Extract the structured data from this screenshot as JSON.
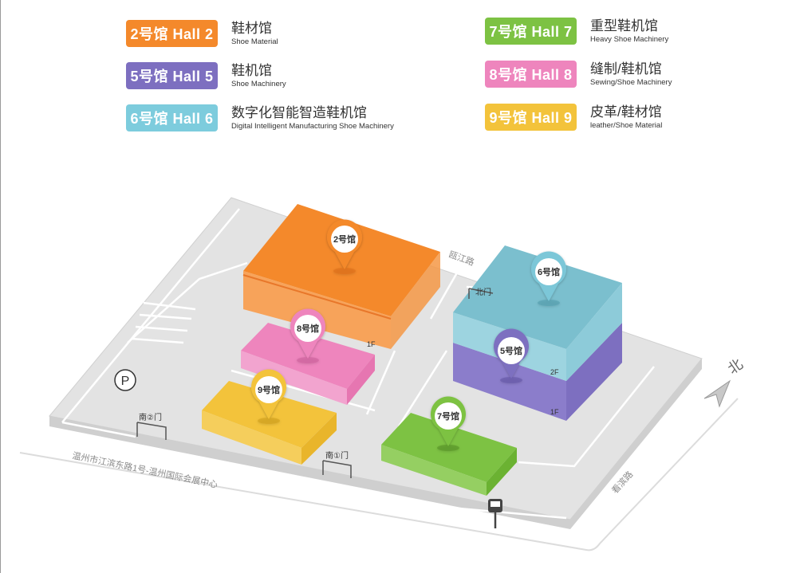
{
  "legend": {
    "hall2": {
      "badge": "2号馆 Hall 2",
      "cn": "鞋材馆",
      "en": "Shoe Material",
      "color": "#F4892B"
    },
    "hall5": {
      "badge": "5号馆 Hall 5",
      "cn": "鞋机馆",
      "en": "Shoe Machinery",
      "color": "#7D6FC0"
    },
    "hall6": {
      "badge": "6号馆 Hall 6",
      "cn": "数字化智能智造鞋机馆",
      "en": "Digital Intelligent Manufacturing Shoe Machinery",
      "color": "#7DCCDD"
    },
    "hall7": {
      "badge": "7号馆 Hall 7",
      "cn": "重型鞋机馆",
      "en": "Heavy Shoe Machinery",
      "color": "#7DC243"
    },
    "hall8": {
      "badge": "8号馆 Hall 8",
      "cn": "缝制/鞋机馆",
      "en": "Sewing/Shoe Machinery",
      "color": "#EE85BD"
    },
    "hall9": {
      "badge": "9号馆 Hall 9",
      "cn": "皮革/鞋材馆",
      "en": "leather/Shoe Material",
      "color": "#F3C33B"
    }
  },
  "map": {
    "pins": {
      "hall2": "2号馆",
      "hall5": "5号馆",
      "hall6": "6号馆",
      "hall7": "7号馆",
      "hall8": "8号馆",
      "hall9": "9号馆"
    },
    "floors": {
      "f1a": "1F",
      "f1b": "1F",
      "f2": "2F"
    },
    "gates": {
      "north": "北门",
      "south1": "南①门",
      "south2": "南②门"
    },
    "roads": {
      "oujiang": "瓯江路",
      "main": "温州市江滨东路1号-温州国际会展中心",
      "east": "看滨路"
    },
    "compass": "北",
    "parking": "P"
  }
}
